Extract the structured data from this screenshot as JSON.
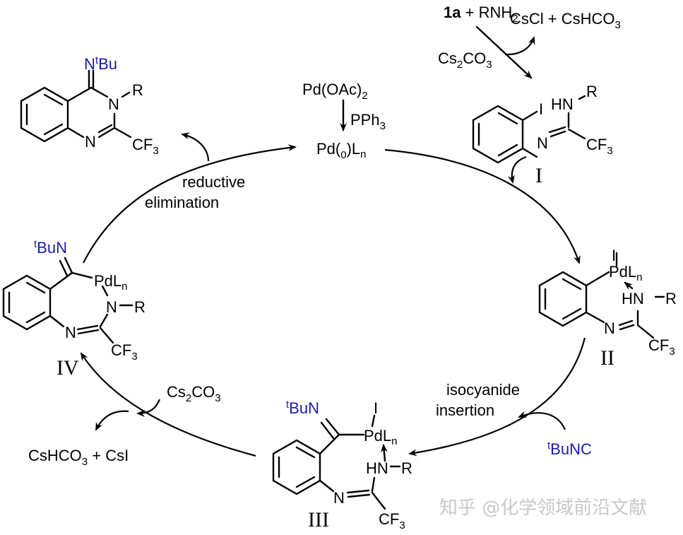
{
  "diagram": {
    "type": "catalytic-cycle",
    "catalyst": {
      "precursor": "Pd(OAc)2",
      "ligand_reagent": "PPh3",
      "active": "Pd(0)Ln"
    },
    "reagents_top": {
      "substrate": "1a",
      "plus": "+",
      "amine": "RNH2",
      "base": "Cs2CO3",
      "byproducts": "CsCl + CsHCO3"
    },
    "intermediates": [
      {
        "id": "I",
        "label": "I"
      },
      {
        "id": "II",
        "label": "II"
      },
      {
        "id": "III",
        "label": "III"
      },
      {
        "id": "IV",
        "label": "IV"
      }
    ],
    "steps": {
      "insertion": [
        "isocyanide",
        "insertion"
      ],
      "elimination": [
        "reductive",
        "elimination"
      ]
    },
    "isocyanide": "tBuNC",
    "base_step": {
      "base": "Cs2CO3",
      "byproducts": "CsHCO3 + CsI"
    },
    "product_label": "NtBu",
    "atom_labels": {
      "N": "N",
      "R": "R",
      "HN": "HN",
      "CF": "CF",
      "sub3": "3",
      "I": "I",
      "Pd": "Pd",
      "L": "L",
      "n": "n",
      "t": "t",
      "Bu": "Bu",
      "BuN": "BuN"
    },
    "colors": {
      "isocyanide_blue": "#1a1ab4",
      "text": "#000000",
      "watermark": "#c8c8c8"
    },
    "watermark": "知乎 @化学领域前沿文献"
  }
}
